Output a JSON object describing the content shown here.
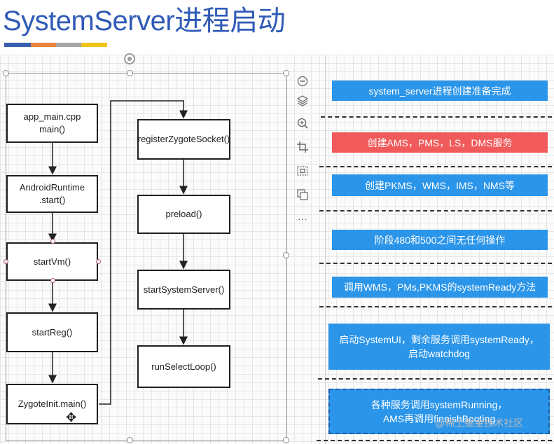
{
  "title": "SystemServer进程启动",
  "title_bar_colors": [
    "#3a5fb0",
    "#e8843a",
    "#a6a6a6",
    "#f0c419"
  ],
  "flowchart": {
    "nodes": {
      "app_main": "app_main.cpp\nmain()",
      "runtime_start": "AndroidRuntime\n.start()",
      "start_vm": "startVm()",
      "start_reg": "startReg()",
      "zygote_init": "ZygoteInit.main()",
      "register_socket": "registerZygoteSocket()",
      "preload": "preload()",
      "start_system_server": "startSystemServer()",
      "run_select_loop": "runSelectLoop()"
    }
  },
  "toolbar": {
    "icons": [
      "minus-circle-icon",
      "layers-icon",
      "zoom-icon",
      "crop-icon",
      "fit-icon",
      "copy-icon",
      "more-icon"
    ],
    "more_label": "···"
  },
  "stages": [
    {
      "text": "system_server进程创建准备完成",
      "color": "#2b95e9"
    },
    {
      "text": "创建AMS，PMS，LS，DMS服务",
      "color": "#f05a5a"
    },
    {
      "text": "创建PKMS，WMS，IMS，NMS等",
      "color": "#2b95e9"
    },
    {
      "text": "阶段480和500之间无任何操作",
      "color": "#2b95e9"
    },
    {
      "text": "调用WMS，PMs,PKMS的systemReady方法",
      "color": "#2b95e9"
    },
    {
      "text": "启动SystemUI，剩余服务调用systemReady，\n启动watchdog",
      "color": "#2b95e9"
    },
    {
      "text": "各种服务调用systemRunning，\nAMS再调用finnishBooting",
      "color": "#2b95e9"
    }
  ],
  "watermark": "@稀土掘金技术社区",
  "cursor": "✥"
}
